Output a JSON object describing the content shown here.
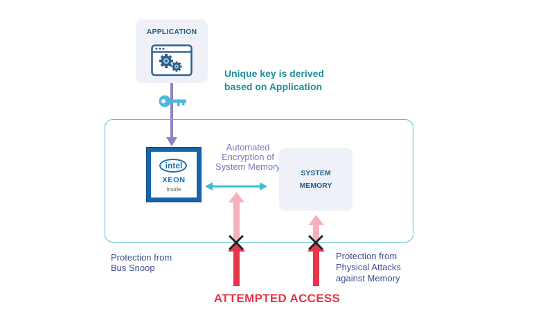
{
  "application": {
    "title": "APPLICATION",
    "icon": "app-window-gears-icon"
  },
  "key_note": {
    "line1": "Unique key is derived",
    "line2": "based on Application"
  },
  "encryption_note": {
    "line1": "Automated",
    "line2": "Encryption of",
    "line3": "System Memory"
  },
  "processor": {
    "brand": "intel",
    "model": "XEON",
    "tag": "inside"
  },
  "memory": {
    "line1": "SYSTEM",
    "line2": "MEMORY"
  },
  "protections": {
    "bus_line1": "Protection from",
    "bus_line2": "Bus Snoop",
    "phys_line1": "Protection from",
    "phys_line2": "Physical Attacks",
    "phys_line3": "against Memory"
  },
  "attack_label": "ATTEMPTED ACCESS",
  "colors": {
    "teal": "#1f8f98",
    "cyan_border": "#4ec3d6",
    "navy": "#1c5d8a",
    "purple": "#7a78b8",
    "key": "#4fb6de",
    "red": "#e5364a",
    "pink": "#f5b2bc",
    "box_fill": "#eef2f8"
  }
}
